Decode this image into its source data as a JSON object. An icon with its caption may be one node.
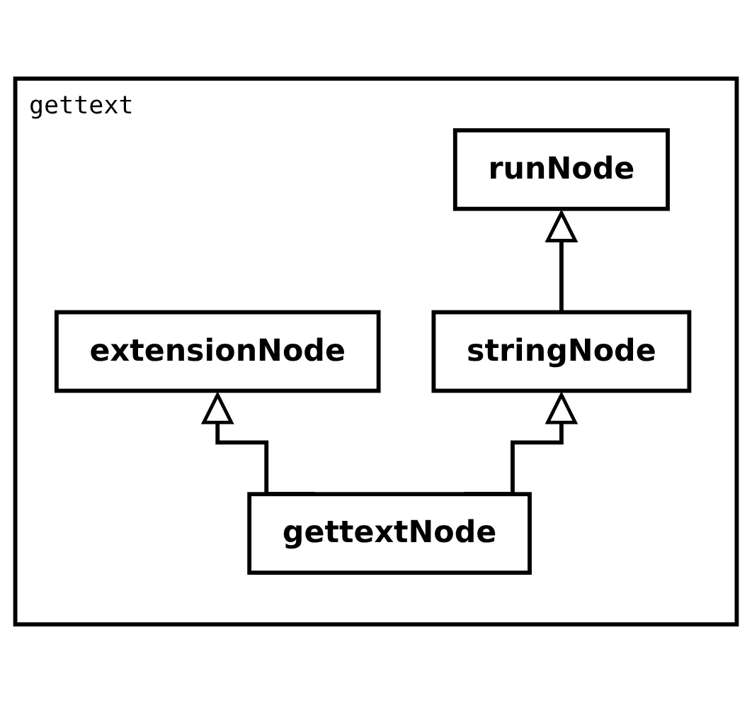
{
  "diagram": {
    "nodes": [
      {
        "text": [
          "gettext"
        ]
      },
      {
        "text": [
          "runNode"
        ],
        "in": 0
      },
      {
        "text": [
          "stringNode"
        ],
        "in": 0
      },
      {
        "text": [
          "extensionNode"
        ],
        "in": 0
      },
      {
        "text": [
          "gettextNode"
        ],
        "in": 0
      }
    ],
    "edges": [
      {
        "from": 2,
        "to": 1,
        "arrow": "to"
      },
      {
        "from": 4,
        "to": 2,
        "arrow": "to"
      },
      {
        "from": 4,
        "to": 3,
        "arrow": "to"
      }
    ]
  }
}
